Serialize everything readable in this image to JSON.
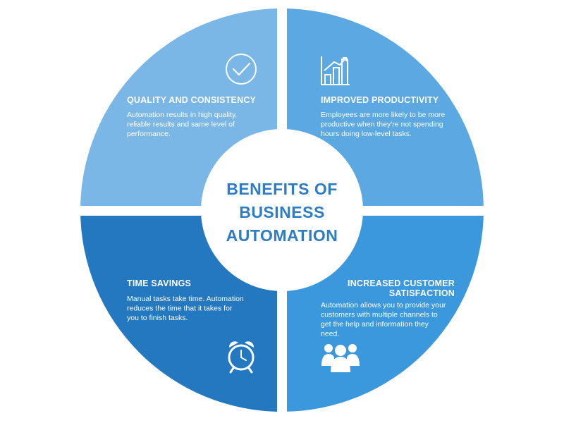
{
  "center_title": [
    "BENEFITS OF",
    "BUSINESS",
    "AUTOMATION"
  ],
  "quadrants": {
    "top_left": {
      "title": [
        "QUALITY AND CONSISTENCY"
      ],
      "description": [
        "Automation results in high quality,",
        "reliable results and same level of",
        "performance."
      ],
      "icon": "checkmark-circle-icon",
      "color": "#7ab7e6"
    },
    "top_right": {
      "title": [
        "IMPROVED PRODUCTIVITY"
      ],
      "description": [
        "Employees are more likely to be more",
        "productive when they're not spending",
        "hours doing low-level tasks."
      ],
      "icon": "bar-chart-icon",
      "color": "#5ca8e2"
    },
    "bottom_left": {
      "title": [
        "TIME SAVINGS"
      ],
      "description": [
        "Manual tasks take time. Automation",
        "reduces the time that it takes for",
        "you to finish tasks."
      ],
      "icon": "alarm-clock-icon",
      "color": "#2378c0"
    },
    "bottom_right": {
      "title": [
        "INCREASED CUSTOMER",
        "SATISFACTION"
      ],
      "description": [
        "Automation allows you to provide your",
        "customers with multiple channels to",
        "get the help and information they",
        "need."
      ],
      "icon": "group-users-icon",
      "color": "#3b98dc"
    }
  },
  "colors": {
    "center_text": "#2e7dc4",
    "background": "#ffffff"
  }
}
